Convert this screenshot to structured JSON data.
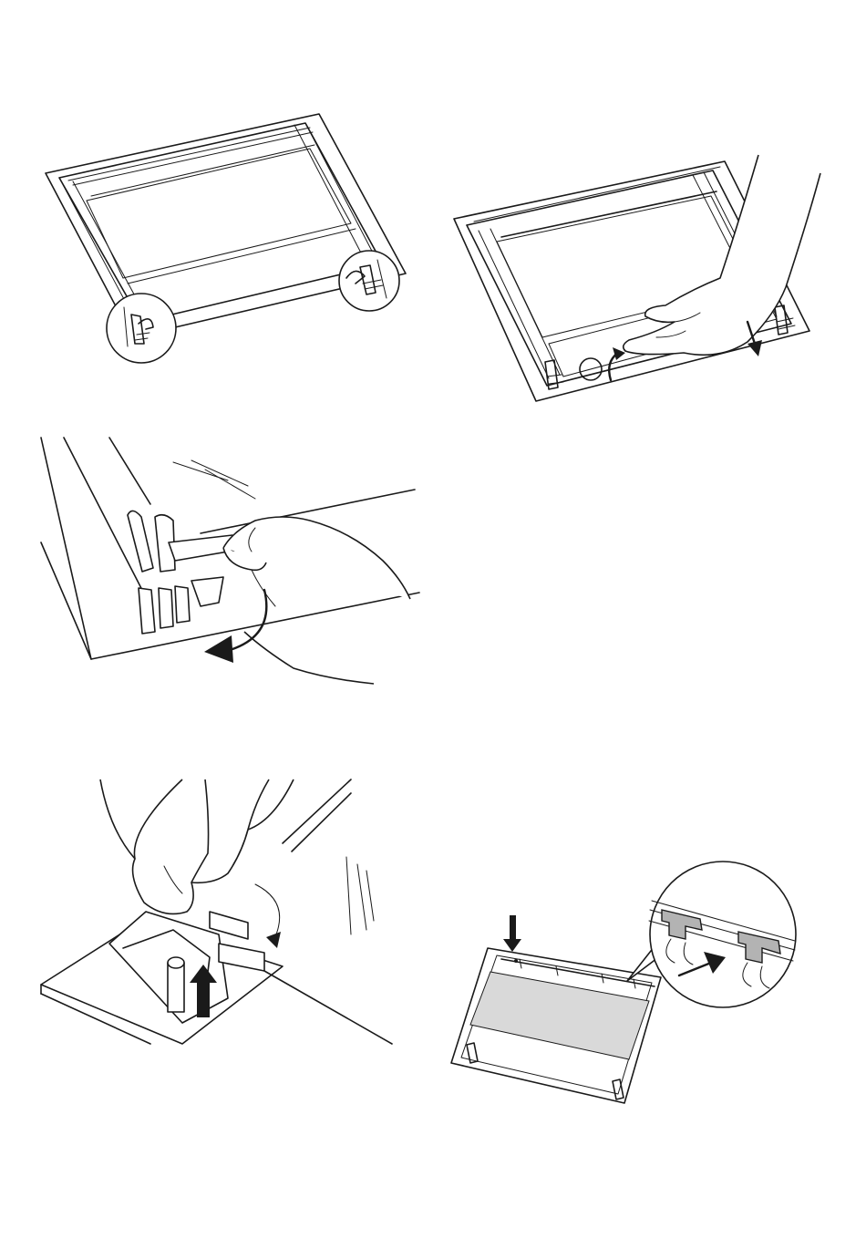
{
  "figures": [
    {
      "id": "fig-1",
      "description_name": "oven-door-hinges-closeup"
    },
    {
      "id": "fig-2",
      "description_name": "oven-door-hand-lift"
    },
    {
      "id": "fig-3",
      "description_name": "hinge-lever-rotate"
    },
    {
      "id": "fig-4",
      "description_name": "hinge-lever-pinch"
    },
    {
      "id": "fig-5",
      "description_name": "inner-glass-clips"
    }
  ],
  "colors": {
    "line": "#1a1a1a",
    "glass_fill": "#d9d9d9",
    "clip_fill": "#b3b3b3",
    "paper": "#ffffff"
  }
}
